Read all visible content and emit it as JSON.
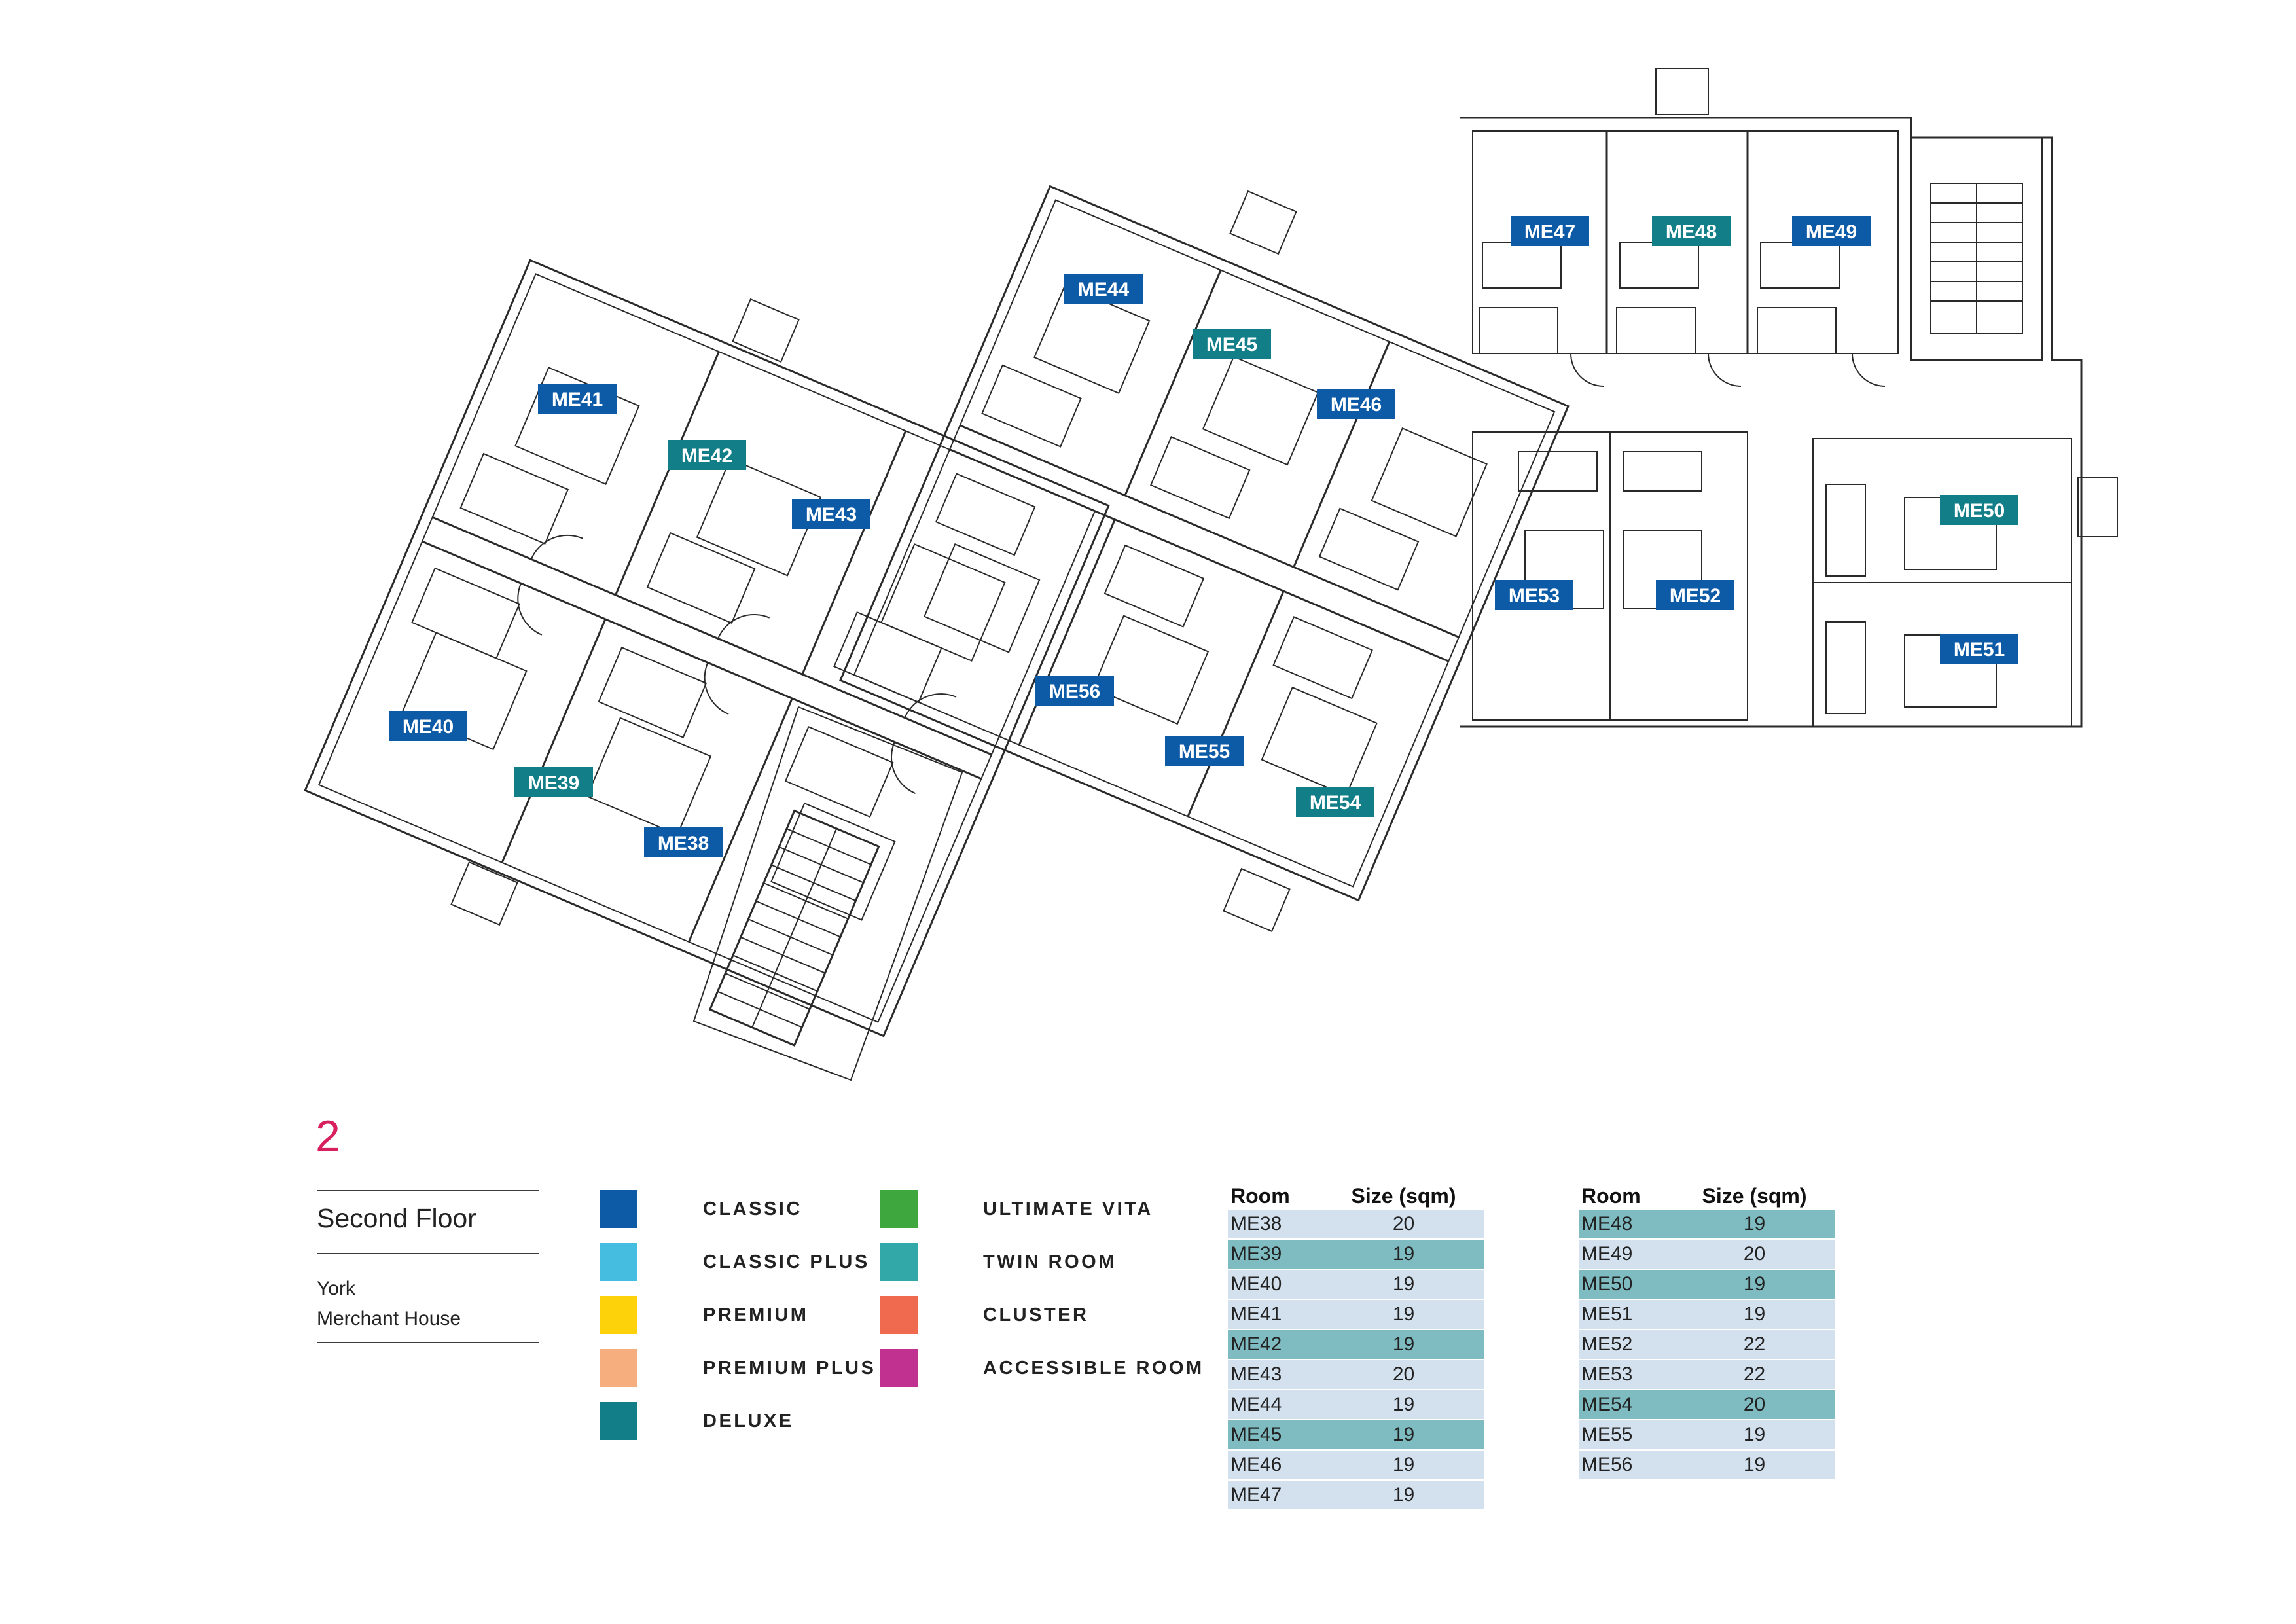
{
  "palette": {
    "classic": "#0d5aa7",
    "deluxe": "#127f88",
    "wall": "#2a2a2a"
  },
  "room_labels": [
    {
      "id": "ME38",
      "type": "classic"
    },
    {
      "id": "ME39",
      "type": "deluxe"
    },
    {
      "id": "ME40",
      "type": "classic"
    },
    {
      "id": "ME41",
      "type": "classic"
    },
    {
      "id": "ME42",
      "type": "deluxe"
    },
    {
      "id": "ME43",
      "type": "classic"
    },
    {
      "id": "ME44",
      "type": "classic"
    },
    {
      "id": "ME45",
      "type": "deluxe"
    },
    {
      "id": "ME46",
      "type": "classic"
    },
    {
      "id": "ME47",
      "type": "classic"
    },
    {
      "id": "ME48",
      "type": "deluxe"
    },
    {
      "id": "ME49",
      "type": "classic"
    },
    {
      "id": "ME50",
      "type": "deluxe"
    },
    {
      "id": "ME51",
      "type": "classic"
    },
    {
      "id": "ME52",
      "type": "classic"
    },
    {
      "id": "ME53",
      "type": "classic"
    },
    {
      "id": "ME54",
      "type": "deluxe"
    },
    {
      "id": "ME55",
      "type": "classic"
    },
    {
      "id": "ME56",
      "type": "classic"
    }
  ],
  "floor": {
    "number": "2",
    "name": "Second Floor",
    "building_line1": "York",
    "building_line2": "Merchant House"
  },
  "legend": {
    "col1": [
      {
        "label": "CLASSIC",
        "color": "#0d5aa7"
      },
      {
        "label": "CLASSIC PLUS",
        "color": "#45bde0"
      },
      {
        "label": "PREMIUM",
        "color": "#fdd20a"
      },
      {
        "label": "PREMIUM PLUS",
        "color": "#f7ae7e"
      },
      {
        "label": "DELUXE",
        "color": "#127f88"
      }
    ],
    "col2": [
      {
        "label": "ULTIMATE VITA",
        "color": "#3ea83e"
      },
      {
        "label": "TWIN ROOM",
        "color": "#32a8a8"
      },
      {
        "label": "CLUSTER",
        "color": "#ef6a4e"
      },
      {
        "label": "ACCESSIBLE ROOM",
        "color": "#c03190"
      }
    ]
  },
  "tables": {
    "header_room": "Room",
    "header_size": "Size (sqm)",
    "table1": [
      {
        "room": "ME38",
        "size": "20",
        "style": "std"
      },
      {
        "room": "ME39",
        "size": "19",
        "style": "dlx"
      },
      {
        "room": "ME40",
        "size": "19",
        "style": "std"
      },
      {
        "room": "ME41",
        "size": "19",
        "style": "std"
      },
      {
        "room": "ME42",
        "size": "19",
        "style": "dlx"
      },
      {
        "room": "ME43",
        "size": "20",
        "style": "std"
      },
      {
        "room": "ME44",
        "size": "19",
        "style": "std"
      },
      {
        "room": "ME45",
        "size": "19",
        "style": "dlx"
      },
      {
        "room": "ME46",
        "size": "19",
        "style": "std"
      },
      {
        "room": "ME47",
        "size": "19",
        "style": "std"
      }
    ],
    "table2": [
      {
        "room": "ME48",
        "size": "19",
        "style": "dlx"
      },
      {
        "room": "ME49",
        "size": "20",
        "style": "std"
      },
      {
        "room": "ME50",
        "size": "19",
        "style": "dlx"
      },
      {
        "room": "ME51",
        "size": "19",
        "style": "std"
      },
      {
        "room": "ME52",
        "size": "22",
        "style": "std"
      },
      {
        "room": "ME53",
        "size": "22",
        "style": "std"
      },
      {
        "room": "ME54",
        "size": "20",
        "style": "dlx"
      },
      {
        "room": "ME55",
        "size": "19",
        "style": "std"
      },
      {
        "room": "ME56",
        "size": "19",
        "style": "std"
      }
    ]
  }
}
